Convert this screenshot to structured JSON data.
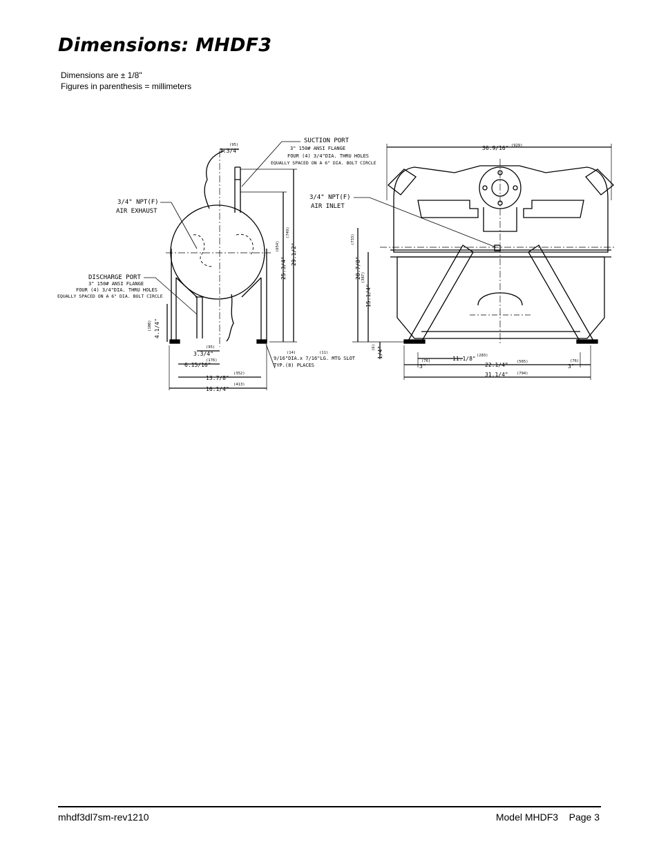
{
  "page": {
    "title": "Dimensions: MHDF3",
    "notes": [
      "Dimensions are ± 1/8\"",
      "Figures in parenthesis = millimeters"
    ]
  },
  "drawing": {
    "side_view": {
      "suction_port": "SUCTION PORT",
      "suction_flange": "3\" 150# ANSI FLANGE",
      "suction_holes": "FOUR (4) 3/4\"DIA. THRU HOLES",
      "suction_circle": "EQUALLY SPACED ON A 6\" DIA. BOLT CIRCLE",
      "air_exhaust_1": "3/4\" NPT(F)",
      "air_exhaust_2": "AIR EXHAUST",
      "discharge_port": "DISCHARGE PORT",
      "discharge_flange": "3\" 150# ANSI FLANGE",
      "discharge_holes": "FOUR (4) 3/4\"DIA. THRU HOLES",
      "discharge_circle": "EQUALLY SPACED ON A 6\" DIA. BOLT CIRCLE",
      "top_dim": "3.3/4\"",
      "top_dim_mm": "(95)",
      "h1": "25.3/4\"",
      "h1_mm": "(654)",
      "h2": "29.1/2\"",
      "h2_mm": "(749)",
      "h_left": "4.1/4\"",
      "h_left_mm": "(108)",
      "d1": "3.3/4\"",
      "d1_mm": "(95)",
      "d2": "6.15/16\"",
      "d2_mm": "(176)",
      "d3": "13.7/8\"",
      "d3_mm": "(352)",
      "d4": "16.1/4\"",
      "d4_mm": "(413)",
      "slot_mm_a": "(14)",
      "slot_mm_b": "(11)",
      "slot_1": "9/16\"DIA.x 7/16\"LG. MTG SLOT",
      "slot_2": "TYP.(8) PLACES"
    },
    "front_view": {
      "air_inlet_1": "3/4\" NPT(F)",
      "air_inlet_2": "AIR INLET",
      "width_top": "36.9/16\"",
      "width_top_mm": "(929)",
      "h1": "28.7/8\"",
      "h1_mm": "(733)",
      "h2": "15.1/4\"",
      "h2_mm": "(387)",
      "h3": "1/4\"",
      "h3_mm": "(6)",
      "b1": "11.1/8\"",
      "b1_mm": "(283)",
      "b2": "22.1/4\"",
      "b2_mm": "(565)",
      "b3": "31.1/4\"",
      "b3_mm": "(794)",
      "side_l": "3\"",
      "side_l_mm": "(76)",
      "side_r": "3\"",
      "side_r_mm": "(76)"
    }
  },
  "footer": {
    "doc_code": "mhdf3dl7sm-rev1210",
    "model": "Model MHDF3    Page 3"
  }
}
